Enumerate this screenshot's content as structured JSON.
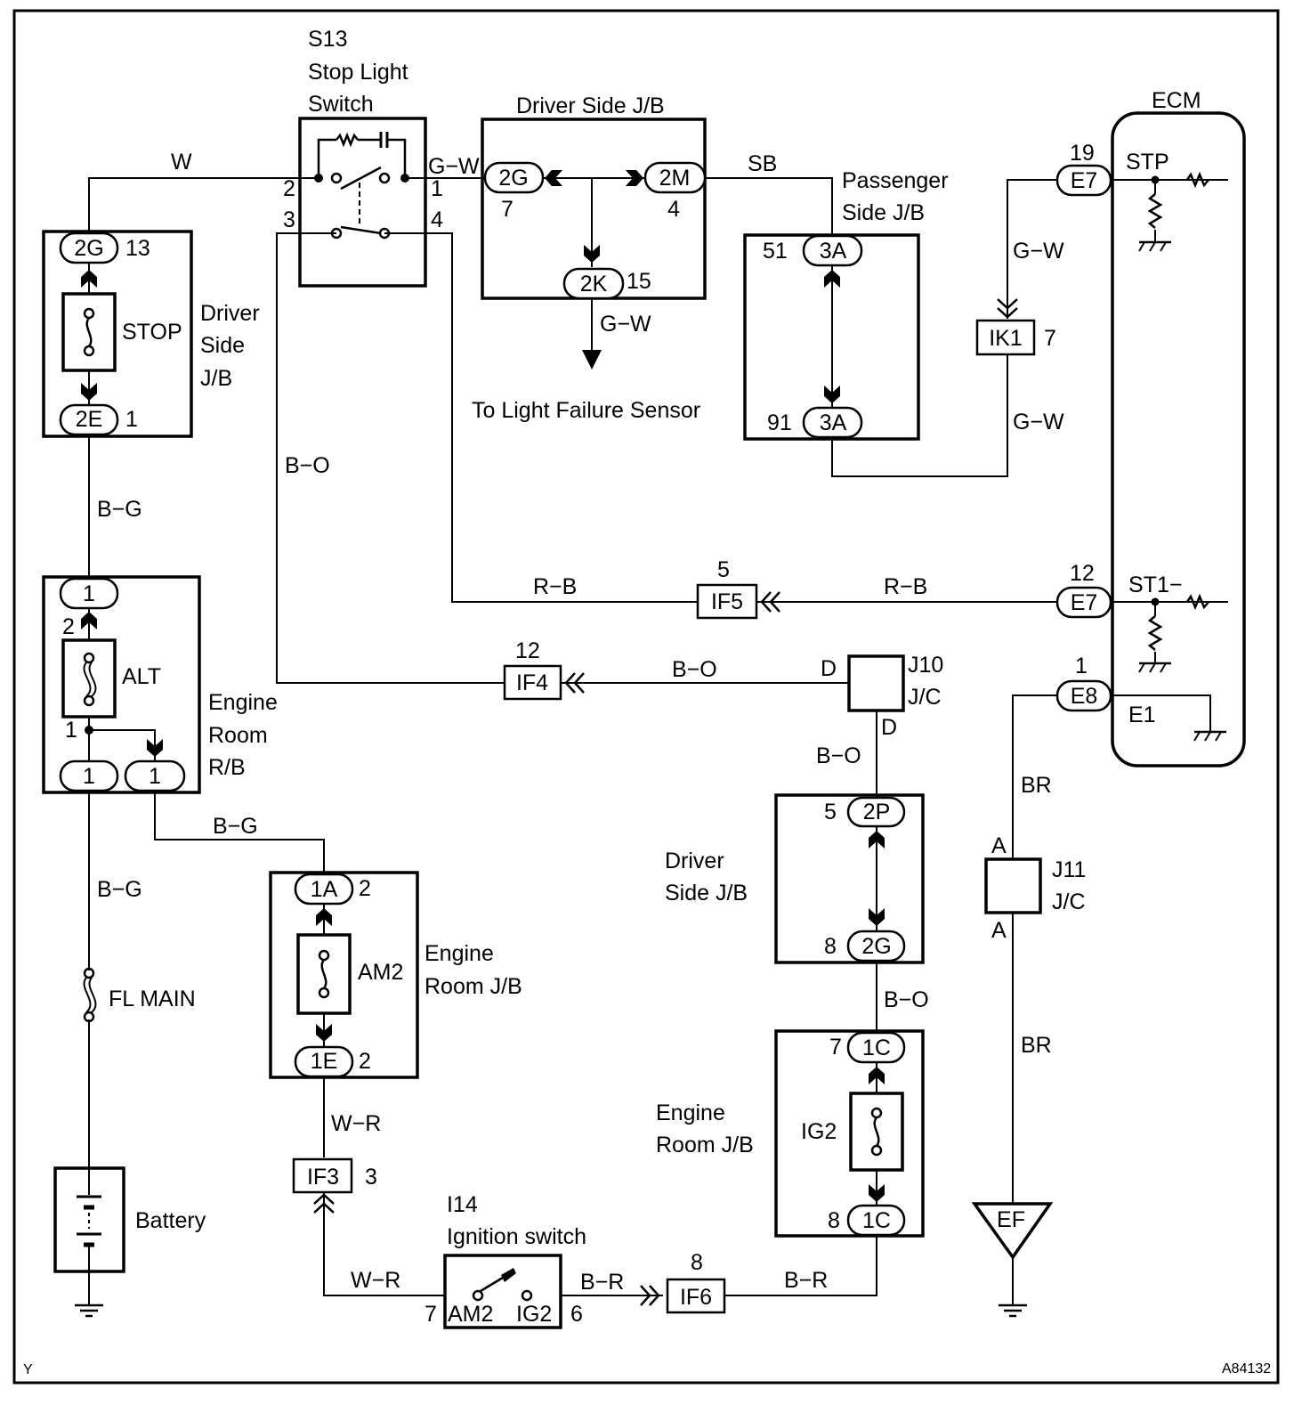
{
  "figure_code": "Y",
  "figure_id": "A84132",
  "stop_switch": {
    "id": "S13",
    "line1": "Stop Light",
    "line2": "Switch",
    "pin2": "2",
    "pin3": "3",
    "pin1": "1",
    "pin4": "4"
  },
  "driver_jb_top": {
    "title": "Driver Side J/B",
    "c_2g": "2G",
    "c_2g_pin": "7",
    "c_2m": "2M",
    "c_2m_pin": "4",
    "c_2k": "2K",
    "c_2k_pin": "15"
  },
  "light_failure": {
    "text": "To Light Failure Sensor"
  },
  "passenger_jb": {
    "line1": "Passenger",
    "line2": "Side J/B",
    "top_pin": "51",
    "top": "3A",
    "bottom_pin": "91",
    "bottom": "3A"
  },
  "ecm": {
    "title": "ECM",
    "stp_pin": "19",
    "stp_conn": "E7",
    "stp": "STP",
    "st1_pin": "12",
    "st1_conn": "E7",
    "st1": "ST1−",
    "e1_pin": "1",
    "e1_conn": "E8",
    "e1": "E1"
  },
  "ik1": {
    "label": "IK1",
    "pin": "7"
  },
  "stop_fuse": {
    "top": "2G",
    "top_pin": "13",
    "name": "STOP",
    "bottom": "2E",
    "bottom_pin": "1",
    "line1": "Driver",
    "line2": "Side",
    "line3": "J/B"
  },
  "alt_fuse": {
    "top": "1",
    "pin2": "2",
    "name": "ALT",
    "pin1": "1",
    "out_left": "1",
    "out_right": "1",
    "line1": "Engine",
    "line2": "Room",
    "line3": "R/B"
  },
  "fl_main": {
    "name": "FL MAIN"
  },
  "battery": {
    "name": "Battery"
  },
  "am2_fuse": {
    "top": "1A",
    "top_pin": "2",
    "name": "AM2",
    "bottom": "1E",
    "bottom_pin": "2",
    "line1": "Engine",
    "line2": "Room J/B"
  },
  "if3": {
    "label": "IF3",
    "pin": "3"
  },
  "ignition": {
    "id": "I14",
    "name": "Ignition switch",
    "am2": "AM2",
    "ig2": "IG2",
    "pin_am2": "7",
    "pin_ig2": "6"
  },
  "if6": {
    "label": "IF6",
    "pin": "8"
  },
  "if5": {
    "label": "IF5",
    "pin": "5"
  },
  "if4": {
    "label": "IF4",
    "pin": "12"
  },
  "j10": {
    "line1": "J10",
    "line2": "J/C",
    "pin_d1": "D",
    "pin_d2": "D"
  },
  "driver_jb_mid": {
    "line1": "Driver",
    "line2": "Side J/B",
    "top": "2P",
    "top_pin": "5",
    "bottom": "2G",
    "bottom_pin": "8"
  },
  "ig2_fuse": {
    "line1": "Engine",
    "line2": "Room J/B",
    "name": "IG2",
    "top": "1C",
    "top_pin": "7",
    "bottom": "1C",
    "bottom_pin": "8"
  },
  "j11": {
    "line1": "J11",
    "line2": "J/C",
    "pin_a1": "A",
    "pin_a2": "A"
  },
  "ef": {
    "label": "EF"
  },
  "wires": {
    "w_top": "W",
    "gw_sw": "G−W",
    "sb": "SB",
    "gw_2k": "G−W",
    "gw_ik1_top": "G−W",
    "gw_ik1_bot": "G−W",
    "bg_1": "B−G",
    "bo_left": "B−O",
    "rb_left": "R−B",
    "rb_right": "R−B",
    "bo_if4": "B−O",
    "bo_j10": "B−O",
    "bg_am2": "B−G",
    "bg_2": "B−G",
    "br_1": "BR",
    "bo_ig2": "B−O",
    "br_2": "BR",
    "wr_1": "W−R",
    "wr_2": "W−R",
    "br_ig": "B−R",
    "br_if6": "B−R"
  }
}
